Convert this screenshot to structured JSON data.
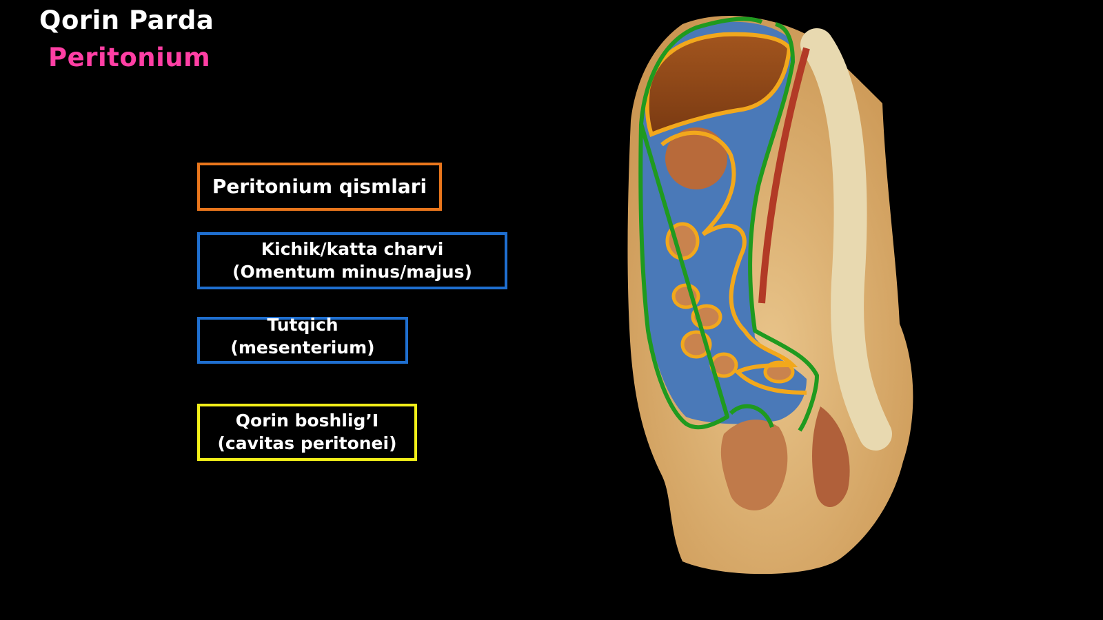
{
  "header": {
    "title": "Qorin Parda",
    "subtitle": "Peritonium"
  },
  "labels": [
    {
      "lines": [
        "Peritonium qismlari"
      ],
      "border_color": "#e9761c"
    },
    {
      "lines": [
        "Kichik/katta charvi",
        "(Omentum minus/majus)"
      ],
      "border_color": "#1f6fd0"
    },
    {
      "lines": [
        "Tutqich",
        "(mesenterium)"
      ],
      "border_color": "#1f6fd0"
    },
    {
      "lines": [
        "Qorin boshlig’I",
        "(cavitas peritonei)"
      ],
      "border_color": "#f2ef19"
    }
  ],
  "colors": {
    "background": "#000000",
    "title": "#ffffff",
    "subtitle": "#ff3fa4",
    "peritoneum_parietal_outline": "#1f9a1f",
    "peritoneum_visceral_outline": "#f2a81c"
  }
}
